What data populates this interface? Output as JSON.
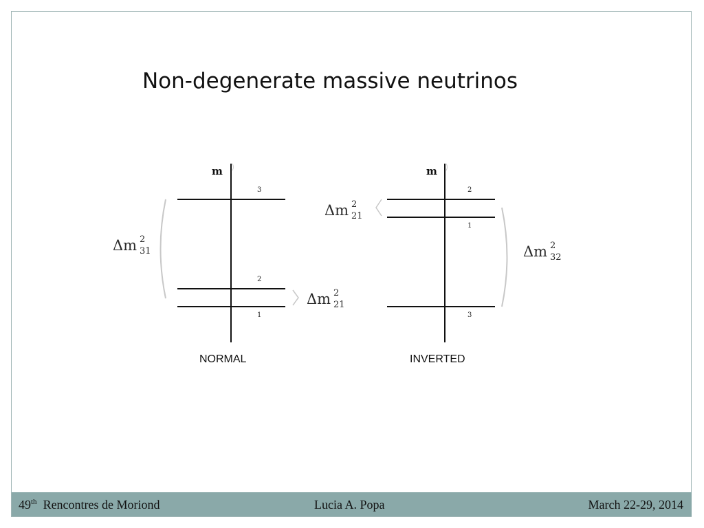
{
  "slide": {
    "title": "Non-degenerate massive neutrinos"
  },
  "diagram": {
    "normal": {
      "axis_label": "m",
      "levels": [
        "3",
        "2",
        "1"
      ],
      "large_splitting": {
        "symbol": "Δm",
        "sup": "2",
        "sub": "31"
      },
      "small_splitting": {
        "symbol": "Δm",
        "sup": "2",
        "sub": "21"
      },
      "caption": "NORMAL"
    },
    "inverted": {
      "axis_label": "m",
      "levels": [
        "2",
        "1",
        "3"
      ],
      "small_splitting": {
        "symbol": "Δm",
        "sup": "2",
        "sub": "21"
      },
      "large_splitting": {
        "symbol": "Δm",
        "sup": "2",
        "sub": "32"
      },
      "caption": "INVERTED"
    }
  },
  "footer": {
    "event_number": "49",
    "event_sup": "th",
    "event_name": "Rencontres de Moriond",
    "author": "Lucia A. Popa",
    "dates": "March 22-29, 2014"
  },
  "colors": {
    "footer_bar": "#8aa9a9",
    "frame_border": "#9fb5b5"
  }
}
